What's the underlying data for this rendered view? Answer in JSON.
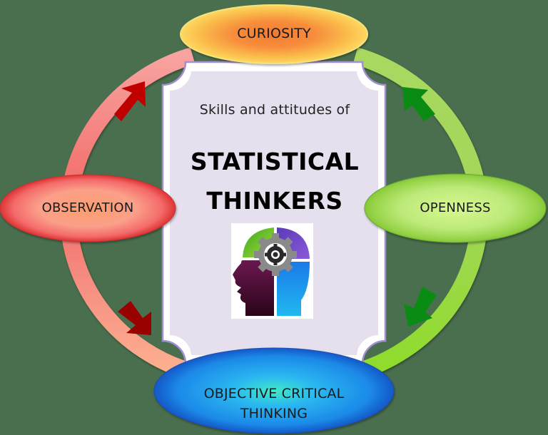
{
  "diagram": {
    "background_color": "#4a6f4e",
    "center_panel": {
      "subtitle": "Skills and attitudes of",
      "title_line1": "STATISTICAL",
      "title_line2": "THINKERS",
      "icon": "head-with-gear-icon",
      "fill_color": "#e6e0ee",
      "border_color": "#a48fd0"
    },
    "nodes": [
      {
        "id": "curiosity",
        "label": "CURIOSITY",
        "position": "top",
        "color_center": "#f7893a",
        "color_edge": "#fbd55e"
      },
      {
        "id": "openness",
        "label": "OPENNESS",
        "position": "right",
        "color_center": "#c8f07a",
        "color_edge": "#8fcf3c"
      },
      {
        "id": "objective-critical-thinking",
        "label_line1": "OBJECTIVE CRITICAL",
        "label_line2": "THINKING",
        "position": "bottom",
        "color_center": "#3fe0d0",
        "color_edge": "#1a6fe0"
      },
      {
        "id": "observation",
        "label": "OBSERVATION",
        "position": "left",
        "color_center": "#fb9d6a",
        "color_edge": "#e23a3a"
      }
    ],
    "cycle_arrows": [
      {
        "from": "curiosity",
        "to": "openness",
        "side": "right",
        "direction": "up-left",
        "color": "#0a8c14"
      },
      {
        "from": "openness",
        "to": "objective-critical-thinking",
        "side": "right",
        "direction": "down-left",
        "color": "#0a8c14"
      },
      {
        "from": "observation",
        "to": "curiosity",
        "side": "left",
        "direction": "up-right",
        "color": "#c00000"
      },
      {
        "from": "observation",
        "to": "objective-critical-thinking",
        "side": "left",
        "direction": "down-right",
        "color": "#990000"
      }
    ],
    "ring_colors": {
      "left": "#f46e6e",
      "left_light": "#fbb0a0",
      "right": "#a6dc4e"
    }
  }
}
